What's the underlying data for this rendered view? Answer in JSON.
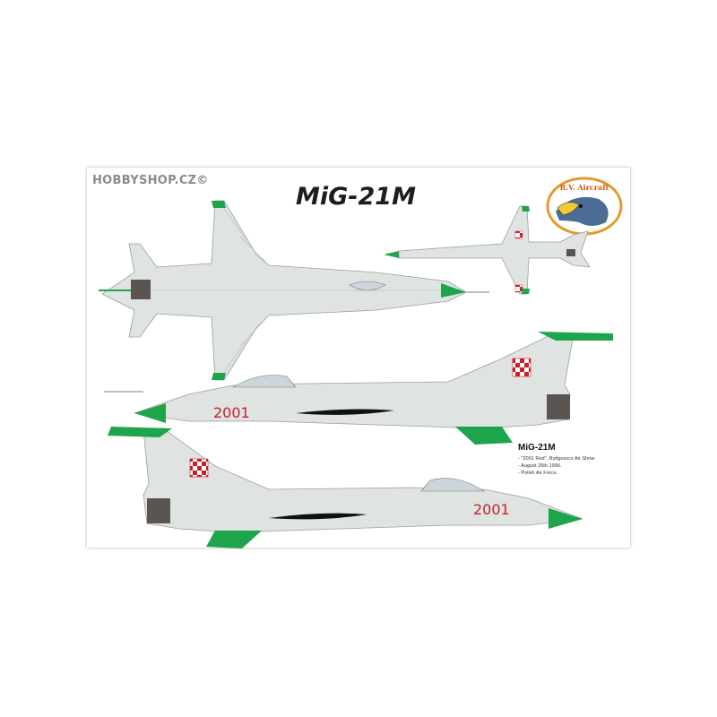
{
  "watermark": "HOBBYSHOP.CZ©",
  "title": "MiG-21M",
  "logo_text": "R.V. Aircraft",
  "aircraft_number": "2001",
  "caption": {
    "title": "MiG-21M",
    "lines": [
      "- \"2001 Red\", Bydgoszcz Air Show",
      "- August 26th 1996.",
      "- Polish Air Force."
    ]
  },
  "colors": {
    "airframe": "#dfe3e1",
    "green": "#1ea44a",
    "red": "#c8202a",
    "exhaust": "#5a5550"
  }
}
